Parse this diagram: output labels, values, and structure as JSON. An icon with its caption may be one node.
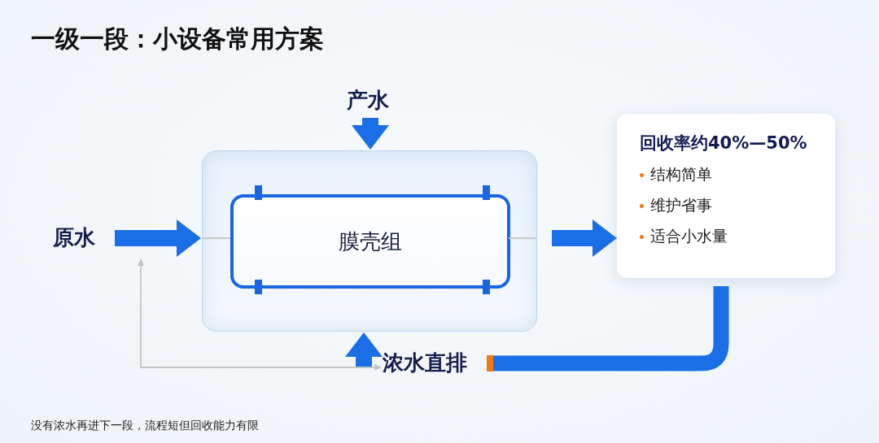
{
  "diagram": {
    "title": "一级一段：小设备常用方案",
    "caption": "没有浓水再进下一段，流程短但回收能力有限",
    "nodes": [
      {
        "text": [],
        "shape": "box"
      },
      {
        "text": [
          "膜壳组"
        ],
        "in": 0
      },
      {
        "text": [
          "原水"
        ]
      },
      {
        "text": [
          "产水"
        ]
      },
      {
        "text": [
          "浓水直排"
        ]
      },
      {
        "text": [
          "回收率约40%—50%",
          "结构简单",
          "维护省事",
          "适合小水量"
        ]
      }
    ],
    "edges": [
      {
        "from": 2,
        "to": 0,
        "arrow": "to"
      },
      {
        "from": 3,
        "to": 0,
        "arrow": "to"
      },
      {
        "from": 4,
        "to": 0,
        "arrow": "to"
      },
      {
        "from": 0,
        "to": 5,
        "arrow": "to"
      },
      {
        "from": 5,
        "to": 4,
        "arrow": "other",
        "style": "thick"
      },
      {
        "from": 4,
        "to": 2,
        "arrow": "both",
        "color": "#c4c4c4"
      }
    ]
  }
}
